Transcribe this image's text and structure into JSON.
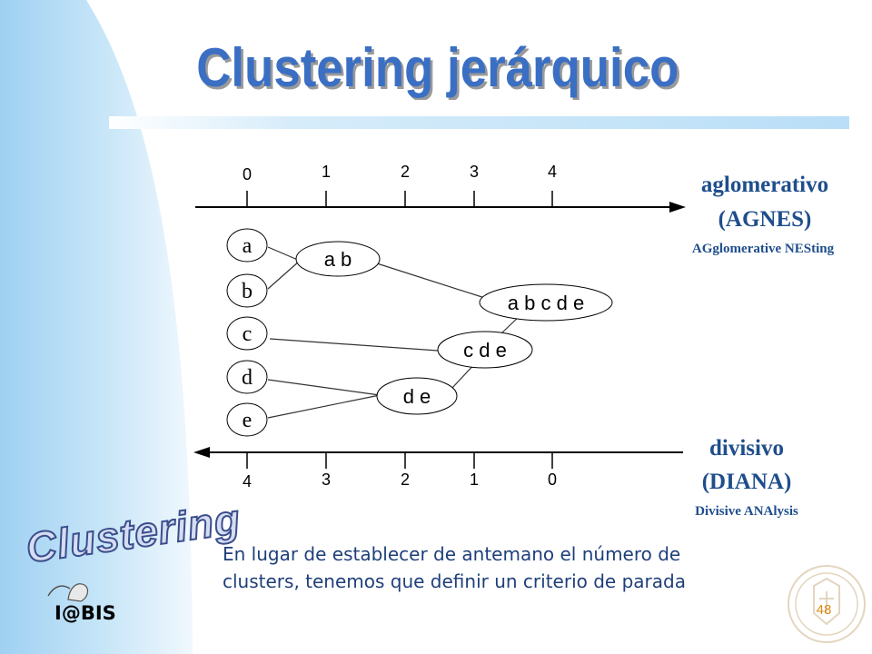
{
  "title": "Clustering jerárquico",
  "agnes": {
    "ticks": [
      "0",
      "1",
      "2",
      "3",
      "4"
    ],
    "label": "aglomerativo",
    "abbr": "(AGNES)",
    "expansion": "AGglomerative NESting"
  },
  "diana": {
    "ticks": [
      "4",
      "3",
      "2",
      "1",
      "0"
    ],
    "label": "divisivo",
    "abbr": "(DIANA)",
    "expansion": "Divisive ANAlysis"
  },
  "leaves": [
    "a",
    "b",
    "c",
    "d",
    "e"
  ],
  "clusters": {
    "ab": "a b",
    "abcde": "a b c d e",
    "cde": "c d e",
    "de": "d e"
  },
  "caption": {
    "line1": "En lugar de establecer de antemano el número de",
    "line2": "clusters, tenemos que definir un criterio de parada"
  },
  "side_watermark": "Clustering",
  "logo": "I@BIS",
  "page_number": "48",
  "colors": {
    "title": "#3a6fc4",
    "labels": "#1f4e8c",
    "caption": "#1f3f7a",
    "axis": "#000000"
  }
}
